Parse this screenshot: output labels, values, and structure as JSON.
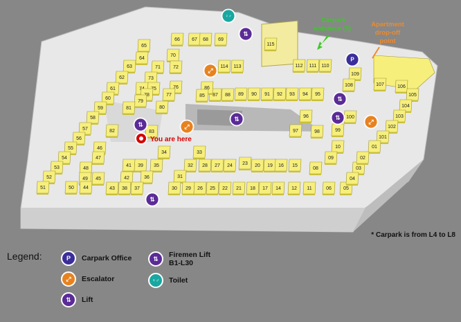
{
  "map": {
    "you_are_here": "You are here",
    "note": "* Carpark is from L4 to L8",
    "callouts": {
      "carpark_entrance": [
        "Carpark",
        "entrance (II)"
      ],
      "dropoff": [
        "Apartment",
        "drop-off",
        "point"
      ]
    },
    "slot_labels": [
      "65",
      "66",
      "67",
      "68",
      "69",
      "70",
      "64",
      "63",
      "71",
      "72",
      "62",
      "73",
      "61",
      "74",
      "75",
      "76",
      "77",
      "78",
      "60",
      "79",
      "80",
      "81",
      "59",
      "58",
      "82",
      "57",
      "83",
      "56",
      "55",
      "46",
      "34",
      "33",
      "54",
      "47",
      "48",
      "53",
      "41",
      "39",
      "35",
      "32",
      "28",
      "27",
      "24",
      "23",
      "20",
      "19",
      "16",
      "15",
      "08",
      "03",
      "52",
      "49",
      "45",
      "42",
      "36",
      "31",
      "51",
      "50",
      "44",
      "43",
      "38",
      "37",
      "30",
      "29",
      "26",
      "25",
      "22",
      "21",
      "18",
      "17",
      "14",
      "12",
      "11",
      "06",
      "05",
      "115",
      "114",
      "113",
      "112",
      "111",
      "110",
      "109",
      "108",
      "107",
      "106",
      "105",
      "104",
      "103",
      "102",
      "101",
      "100",
      "99",
      "98",
      "97",
      "96",
      "95",
      "94",
      "93",
      "92",
      "91",
      "90",
      "89",
      "88",
      "87",
      "86",
      "85",
      "10",
      "09",
      "01",
      "02",
      "04"
    ],
    "colors": {
      "lift": "#5b2b98",
      "escalator": "#e8821f",
      "toilet": "#19a7a1",
      "carpark_office": "#3b2e9a",
      "parking": "#f7ef7c",
      "here": "#d40000",
      "entrance": "#3fc72a",
      "dropoff": "#ef8a2c"
    }
  },
  "legend": {
    "title": "Legend:",
    "items": [
      {
        "key": "carpark-office",
        "label": "Carpark Office",
        "icon": "carpark-office-icon",
        "glyph": "P"
      },
      {
        "key": "escalator",
        "label": "Escalator",
        "icon": "escalator-icon",
        "glyph": "⤢"
      },
      {
        "key": "lift",
        "label": "Lift",
        "icon": "lift-icon",
        "glyph": "⇅"
      },
      {
        "key": "firemen-lift",
        "label": "Firemen Lift\nB1-L30",
        "icon": "firemen-lift-icon",
        "glyph": "⇅"
      },
      {
        "key": "toilet",
        "label": "Toilet",
        "icon": "toilet-icon",
        "glyph": "♀♂"
      }
    ]
  }
}
